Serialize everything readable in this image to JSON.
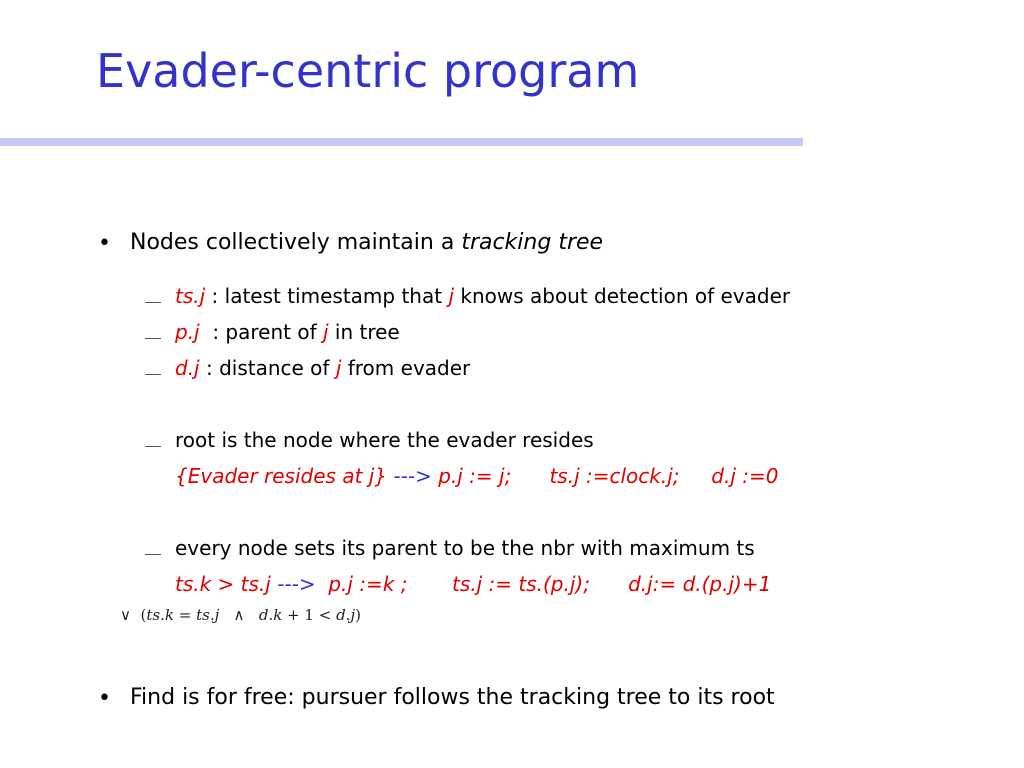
{
  "title": "Evader-centric program",
  "bullets": {
    "b1": {
      "text": "Nodes collectively maintain a ",
      "em": "tracking tree"
    },
    "b2": {
      "text": "Find is for free: pursuer follows the tracking tree to its root"
    }
  },
  "sub": {
    "ts": {
      "var": "ts.j",
      "t1": " : latest timestamp that ",
      "j": "j",
      "t2": " knows about detection of evader"
    },
    "p": {
      "var": "p.j",
      "t1": "  : parent of ",
      "j": "j",
      "t2": " in tree"
    },
    "d": {
      "var": "d.j",
      "t1": " : distance of ",
      "j": "j",
      "t2": " from evader"
    },
    "root": {
      "text": "root is the node where the evader resides"
    },
    "root_code": {
      "guard": "{Evader resides at j} ",
      "arrow": "--->",
      "action": " p.j := j;      ts.j :=clock.j;     d.j :=0"
    },
    "every": {
      "text": "every node sets its parent to be the nbr with maximum ts"
    },
    "every_code": {
      "guard": "ts.k > ts.j ",
      "arrow": "--->",
      "action": "  p.j :=k ;       ts.j := ts.(p.j);      d.j:= d.(p.j)+1"
    }
  },
  "math": {
    "or": "∨",
    "lp": "(",
    "a": "ts.k",
    "eq": " = ",
    "b": "ts.j",
    "and": "   ∧   ",
    "c": "d.k",
    "plus": " + 1 < ",
    "e": "d.j",
    "rp": ")"
  },
  "colors": {
    "title": "#3333cc",
    "rule": "#c8c8f4",
    "var": "#e00000",
    "arrow": "#3333cc"
  }
}
